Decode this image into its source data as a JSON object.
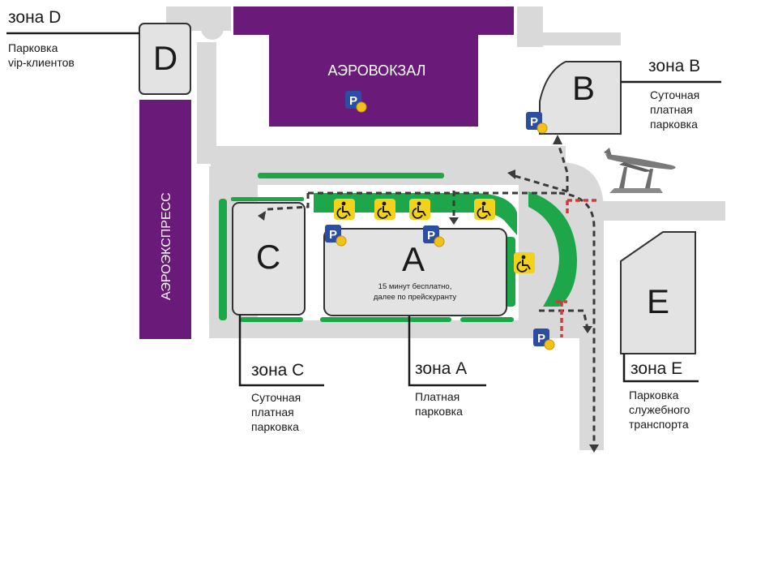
{
  "zones": {
    "D": {
      "letter": "D",
      "title": "зона D",
      "desc": [
        "Парковка",
        "vip-клиентов"
      ]
    },
    "B": {
      "letter": "B",
      "title": "зона B",
      "desc": [
        "Суточная",
        "платная",
        "парковка"
      ]
    },
    "C": {
      "letter": "C",
      "title": "зона C",
      "desc": [
        "Суточная",
        "платная",
        "парковка"
      ]
    },
    "A": {
      "letter": "A",
      "title": "зона A",
      "desc": [
        "Платная",
        "парковка"
      ],
      "note": [
        "15 минут бесплатно,",
        "далее по прейскуранту"
      ]
    },
    "E": {
      "letter": "E",
      "title": "зона E",
      "desc": [
        "Парковка",
        "служебного",
        "транспорта"
      ]
    }
  },
  "terminal": {
    "label": "АЭРОВОКЗАЛ",
    "color": "#6a1b7a"
  },
  "aeroexpress": {
    "label": "АЭРОЭКСПРЕСС",
    "color": "#6a1b7a"
  },
  "colors": {
    "road": "#d9d9d9",
    "green": "#1ea64a",
    "parking": "#e3e3e3",
    "outline": "#333333",
    "route": "#3a3a3a",
    "barrier": "#cf3a3a",
    "disabled_sign": "#f2d21b",
    "parking_sign": "#2b4da3"
  },
  "icons": {
    "parking": "P",
    "disabled": "wheelchair-icon",
    "coin": "coin-icon",
    "airplane": "airplane-monument-icon"
  }
}
